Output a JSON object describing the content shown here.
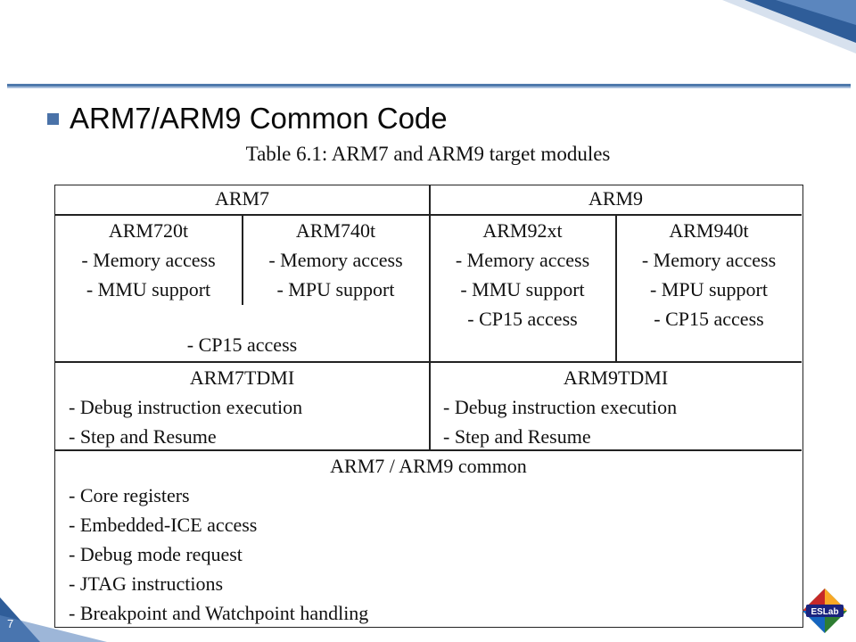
{
  "slide": {
    "title": "ARM7/ARM9 Common Code",
    "page_number": "7",
    "logo_text": "ESLab"
  },
  "table": {
    "caption": "Table 6.1: ARM7 and ARM9 target modules",
    "arm7_header": "ARM7",
    "arm9_header": "ARM9",
    "modules": [
      {
        "name": "ARM720t",
        "items": [
          "- Memory access",
          "- MMU support"
        ]
      },
      {
        "name": "ARM740t",
        "items": [
          "- Memory access",
          "- MPU support"
        ]
      },
      {
        "name": "ARM92xt",
        "items": [
          "- Memory access",
          "- MMU support",
          "- CP15 access"
        ]
      },
      {
        "name": "ARM940t",
        "items": [
          "- Memory access",
          "- MPU support",
          "- CP15 access"
        ]
      }
    ],
    "arm7_shared": "- CP15 access",
    "tdmi": [
      {
        "name": "ARM7TDMI",
        "items": [
          "- Debug instruction execution",
          "- Step and Resume"
        ]
      },
      {
        "name": "ARM9TDMI",
        "items": [
          "- Debug instruction execution",
          "- Step and Resume"
        ]
      }
    ],
    "common": {
      "name": "ARM7 / ARM9 common",
      "items": [
        "- Core registers",
        "- Embedded-ICE access",
        "- Debug mode request",
        "- JTAG instructions",
        "- Breakpoint and Watchpoint handling"
      ]
    }
  },
  "colors": {
    "accent": "#4a72a8",
    "line": "#4f79ac"
  }
}
